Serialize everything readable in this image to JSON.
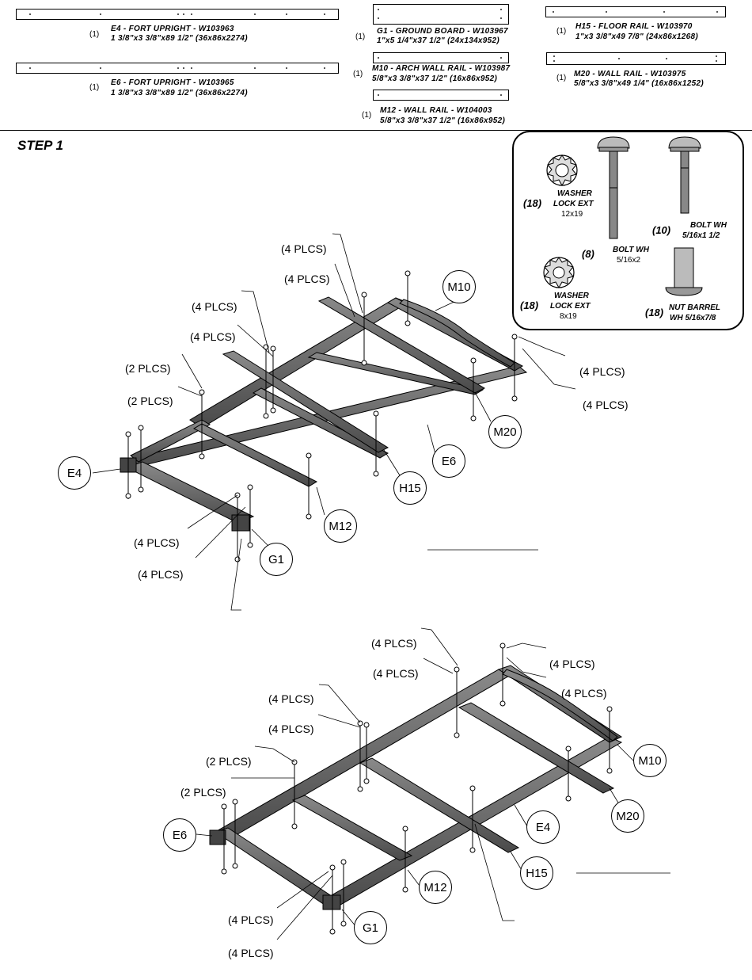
{
  "parts": {
    "e4": {
      "qty": "(1)",
      "name": "E4 - FORT UPRIGHT - W103963",
      "dims": "1 3/8\"x3 3/8\"x89 1/2\" (36x86x2274)"
    },
    "e6": {
      "qty": "(1)",
      "name": "E6 - FORT UPRIGHT - W103965",
      "dims": "1 3/8\"x3 3/8\"x89 1/2\" (36x86x2274)"
    },
    "g1": {
      "qty": "(1)",
      "name": "G1 - GROUND BOARD - W103967",
      "dims": "1\"x5 1/4\"x37 1/2\" (24x134x952)"
    },
    "m10": {
      "qty": "(1)",
      "name": "M10 - ARCH WALL RAIL - W103987",
      "dims": "5/8\"x3 3/8\"x37 1/2\" (16x86x952)"
    },
    "m12": {
      "qty": "(1)",
      "name": "M12 - WALL RAIL - W104003",
      "dims": "5/8\"x3 3/8\"x37 1/2\" (16x86x952)"
    },
    "h15": {
      "qty": "(1)",
      "name": "H15 - FLOOR RAIL - W103970",
      "dims": "1\"x3 3/8\"x49 7/8\" (24x86x1268)"
    },
    "m20": {
      "qty": "(1)",
      "name": "M20 - WALL RAIL - W103975",
      "dims": "5/8\"x3 3/8\"x49 1/4\" (16x86x1252)"
    }
  },
  "step": "STEP 1",
  "hardware": {
    "washer12": {
      "qty": "(18)",
      "line1": "WASHER",
      "line2": "LOCK EXT",
      "line3": "12x19"
    },
    "bolt2": {
      "qty": "(8)",
      "line1": "BOLT WH",
      "line2": "5/16x2"
    },
    "bolt15": {
      "qty": "(10)",
      "line1": "BOLT WH",
      "line2": "5/16x1 1/2"
    },
    "washer8": {
      "qty": "(18)",
      "line1": "WASHER",
      "line2": "LOCK EXT",
      "line3": "8x19"
    },
    "nut": {
      "qty": "(18)",
      "line1": "NUT BARREL",
      "line2": "WH 5/16x7/8"
    }
  },
  "callouts": {
    "top": [
      "M10",
      "M20",
      "E6",
      "H15",
      "E4",
      "M12",
      "G1"
    ],
    "bottom": [
      "M10",
      "M20",
      "E4",
      "H15",
      "E6",
      "M12",
      "G1"
    ]
  },
  "plcs": {
    "four": "(4 PLCS)",
    "two": "(2 PLCS)"
  }
}
